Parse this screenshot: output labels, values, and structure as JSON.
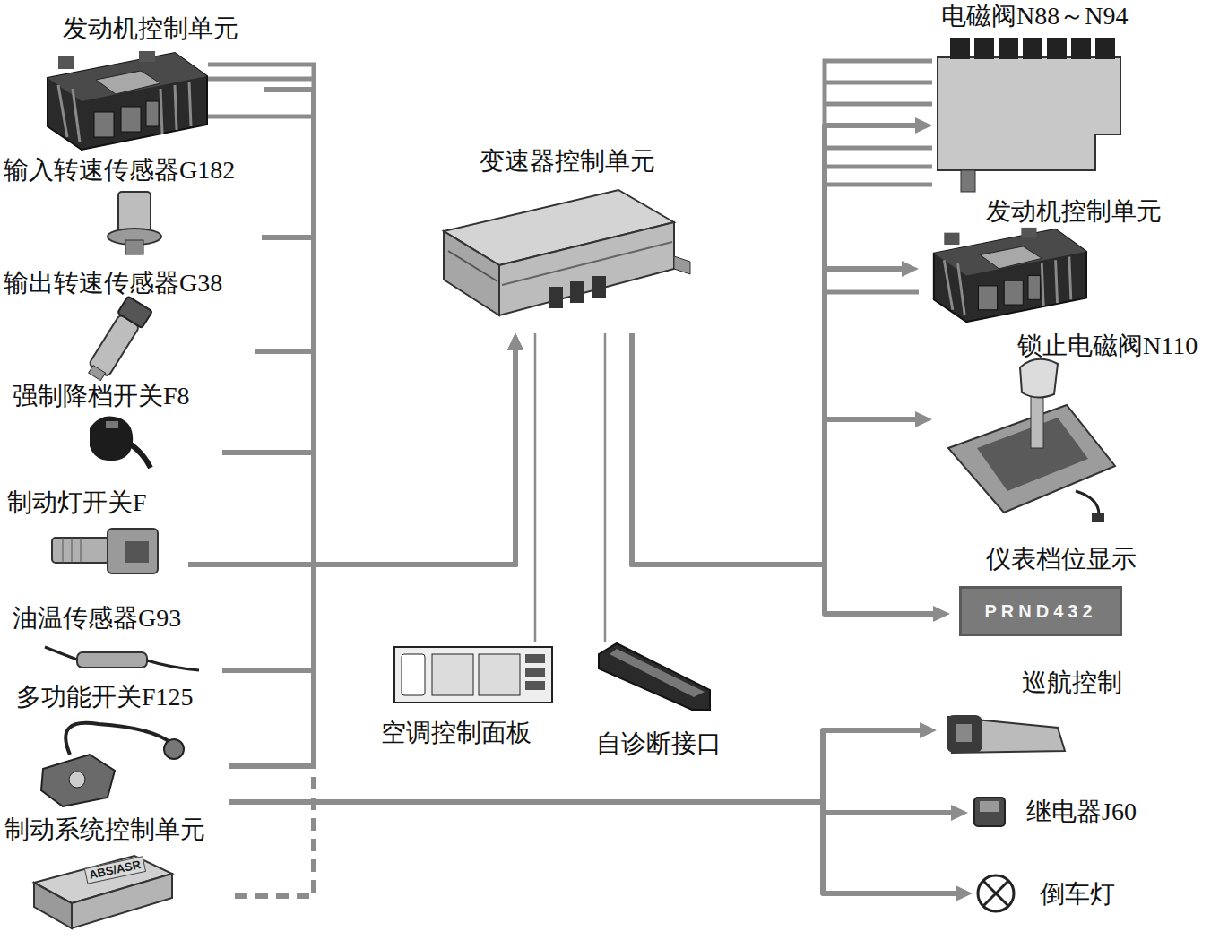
{
  "diagram": {
    "nodes": [
      {
        "text": [
          "发动机控制单元"
        ]
      },
      {
        "text": [
          "输入转速传感器G182"
        ]
      },
      {
        "text": [
          "输出转速传感器G38"
        ]
      },
      {
        "text": [
          "强制降档开关F8"
        ]
      },
      {
        "text": [
          "制动灯开关F"
        ]
      },
      {
        "text": [
          "油温传感器G93"
        ]
      },
      {
        "text": [
          "多功能开关F125"
        ]
      },
      {
        "text": [
          "制动系统控制单元",
          "ABS/ASR"
        ]
      },
      {
        "text": [
          "变速器控制单元"
        ]
      },
      {
        "text": [
          "空调控制面板"
        ]
      },
      {
        "text": [
          "自诊断接口"
        ]
      },
      {
        "text": [
          "电磁阀N88～N94"
        ]
      },
      {
        "text": [
          "发动机控制单元"
        ]
      },
      {
        "text": [
          "锁止电磁阀N110"
        ]
      },
      {
        "text": [
          "仪表档位显示",
          "PRND432"
        ]
      },
      {
        "text": [
          "巡航控制"
        ]
      },
      {
        "text": [
          "继电器J60"
        ]
      },
      {
        "text": [
          "倒车灯"
        ]
      }
    ],
    "edges": [
      {
        "from": 0,
        "to": 8,
        "arrow": "to"
      },
      {
        "from": 1,
        "to": 8,
        "arrow": "to"
      },
      {
        "from": 2,
        "to": 8,
        "arrow": "to"
      },
      {
        "from": 3,
        "to": 8,
        "arrow": "to"
      },
      {
        "from": 4,
        "to": 8,
        "arrow": "to"
      },
      {
        "from": 5,
        "to": 8,
        "arrow": "to"
      },
      {
        "from": 6,
        "to": 8,
        "arrow": "to"
      },
      {
        "from": 7,
        "to": 8,
        "arrow": "to"
      },
      {
        "from": 8,
        "to": 9,
        "arrow": "none"
      },
      {
        "from": 10,
        "to": 8,
        "arrow": "none"
      },
      {
        "from": 8,
        "to": 11,
        "arrow": "to"
      },
      {
        "from": 8,
        "to": 12,
        "arrow": "to"
      },
      {
        "from": 8,
        "to": 13,
        "arrow": "to"
      },
      {
        "from": 8,
        "to": 14,
        "arrow": "to"
      },
      {
        "from": 6,
        "to": 15,
        "arrow": "to"
      },
      {
        "from": 6,
        "to": 16,
        "arrow": "to"
      },
      {
        "from": 6,
        "to": 17,
        "arrow": "to"
      }
    ]
  }
}
